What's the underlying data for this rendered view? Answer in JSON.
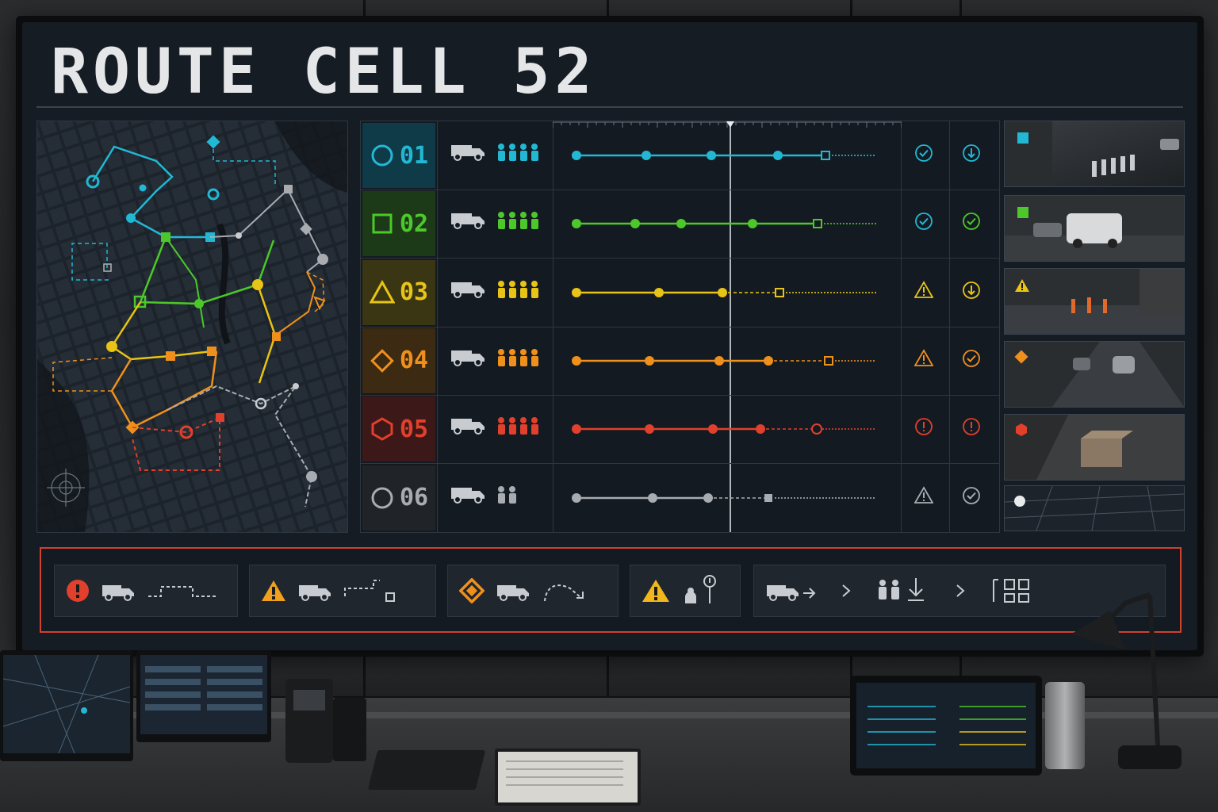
{
  "header": {
    "title": "ROUTE CELL 52"
  },
  "colors": {
    "r01": "#22b8d4",
    "r02": "#4cc82a",
    "r03": "#e8c416",
    "r04": "#f0901c",
    "r05": "#e0402c",
    "r06": "#a8acb0",
    "alert_border": "#d2402e"
  },
  "routes": [
    {
      "id": "01",
      "shape": "circle",
      "color": "#22b8d4",
      "crew_count": 4,
      "status_icon": "check-circle-icon",
      "dispatch_icon": "arrow-down-circle-icon"
    },
    {
      "id": "02",
      "shape": "square",
      "color": "#4cc82a",
      "crew_count": 4,
      "status_icon": "check-circle-icon",
      "dispatch_icon": "check-circle-icon"
    },
    {
      "id": "03",
      "shape": "triangle",
      "color": "#e8c416",
      "crew_count": 4,
      "status_icon": "warning-triangle-icon",
      "dispatch_icon": "arrow-down-circle-icon"
    },
    {
      "id": "04",
      "shape": "diamond",
      "color": "#f0901c",
      "crew_count": 4,
      "status_icon": "warning-triangle-icon",
      "dispatch_icon": "check-circle-icon"
    },
    {
      "id": "05",
      "shape": "hexagon",
      "color": "#e0402c",
      "crew_count": 4,
      "status_icon": "alert-circle-icon",
      "dispatch_icon": "alert-circle-icon"
    },
    {
      "id": "06",
      "shape": "circle",
      "color": "#a8acb0",
      "crew_count": 2,
      "status_icon": "warning-triangle-icon",
      "dispatch_icon": "check-circle-icon"
    }
  ],
  "alerts": [
    {
      "icon": "alert-circle-icon",
      "color": "#e0402c"
    },
    {
      "icon": "warning-triangle-icon",
      "color": "#f0a01c"
    },
    {
      "icon": "diamond-alert-icon",
      "color": "#f0901c"
    },
    {
      "icon": "warning-triangle-icon",
      "color": "#f0b81c"
    },
    {
      "icon": "handoff-sequence-icon",
      "color": "#a8acb0"
    }
  ]
}
